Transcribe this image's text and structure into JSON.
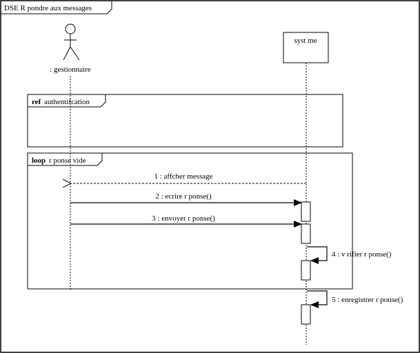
{
  "diagram": {
    "title": "DSE R  pondre aux messages",
    "lifelines": [
      {
        "id": "actor",
        "type": "actor",
        "label": ": gestionnaire"
      },
      {
        "id": "system",
        "type": "object",
        "label": "syst  me"
      }
    ],
    "fragments": [
      {
        "operator": "ref",
        "label": "authentifcation"
      },
      {
        "operator": "loop",
        "label": "r  ponse vide"
      }
    ],
    "messages": [
      {
        "number": "1",
        "label": "1 : affcher message",
        "from": "system",
        "to": "actor",
        "kind": "return"
      },
      {
        "number": "2",
        "label": "2 : ecrire r  ponse()",
        "from": "actor",
        "to": "system",
        "kind": "sync"
      },
      {
        "number": "3",
        "label": "3 : envoyer r  ponse()",
        "from": "actor",
        "to": "system",
        "kind": "sync"
      },
      {
        "number": "4",
        "label": "4 : v  rifier r  ponse()",
        "from": "system",
        "to": "system",
        "kind": "self"
      },
      {
        "number": "5",
        "label": "5 : enregistrer r  ponse()",
        "from": "system",
        "to": "system",
        "kind": "self"
      }
    ]
  }
}
